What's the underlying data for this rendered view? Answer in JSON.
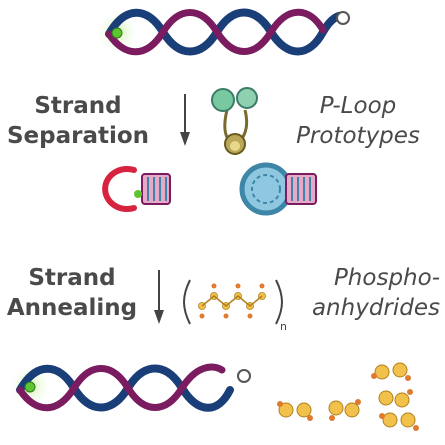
{
  "labels": {
    "strand_separation": [
      "Strand",
      "Separation"
    ],
    "p_loop_prototypes": [
      "P-Loop",
      "Prototypes"
    ],
    "strand_annealing": [
      "Strand",
      "Annealing"
    ],
    "phosphoanhydrides": [
      "Phospho-",
      "anhydrides"
    ]
  },
  "colors": {
    "text": "#4a4a4a",
    "strand_blue": "#1a3f78",
    "strand_purple": "#7a1c5f",
    "helix_red": "#d8233f",
    "ring_blue": "#3d86a8",
    "pink": "#e8a9c8",
    "green_glow": "#b8e88a",
    "green_dot": "#5cc631",
    "peptide_green": "#78c8a0",
    "peptide_brown": "#7b6a2f",
    "phosphate_yellow": "#f2c14c",
    "phosphate_orange": "#e07a2e"
  },
  "icons": [
    "dna-double-strand-icon",
    "p-loop-peptide-icon",
    "rna-ring-separated-icon",
    "rna-ring-annealed-icon",
    "phosphoanhydride-polyphosphate-icon",
    "ssrna-strands-icon",
    "phosphoanhydride-clusters-icon"
  ]
}
